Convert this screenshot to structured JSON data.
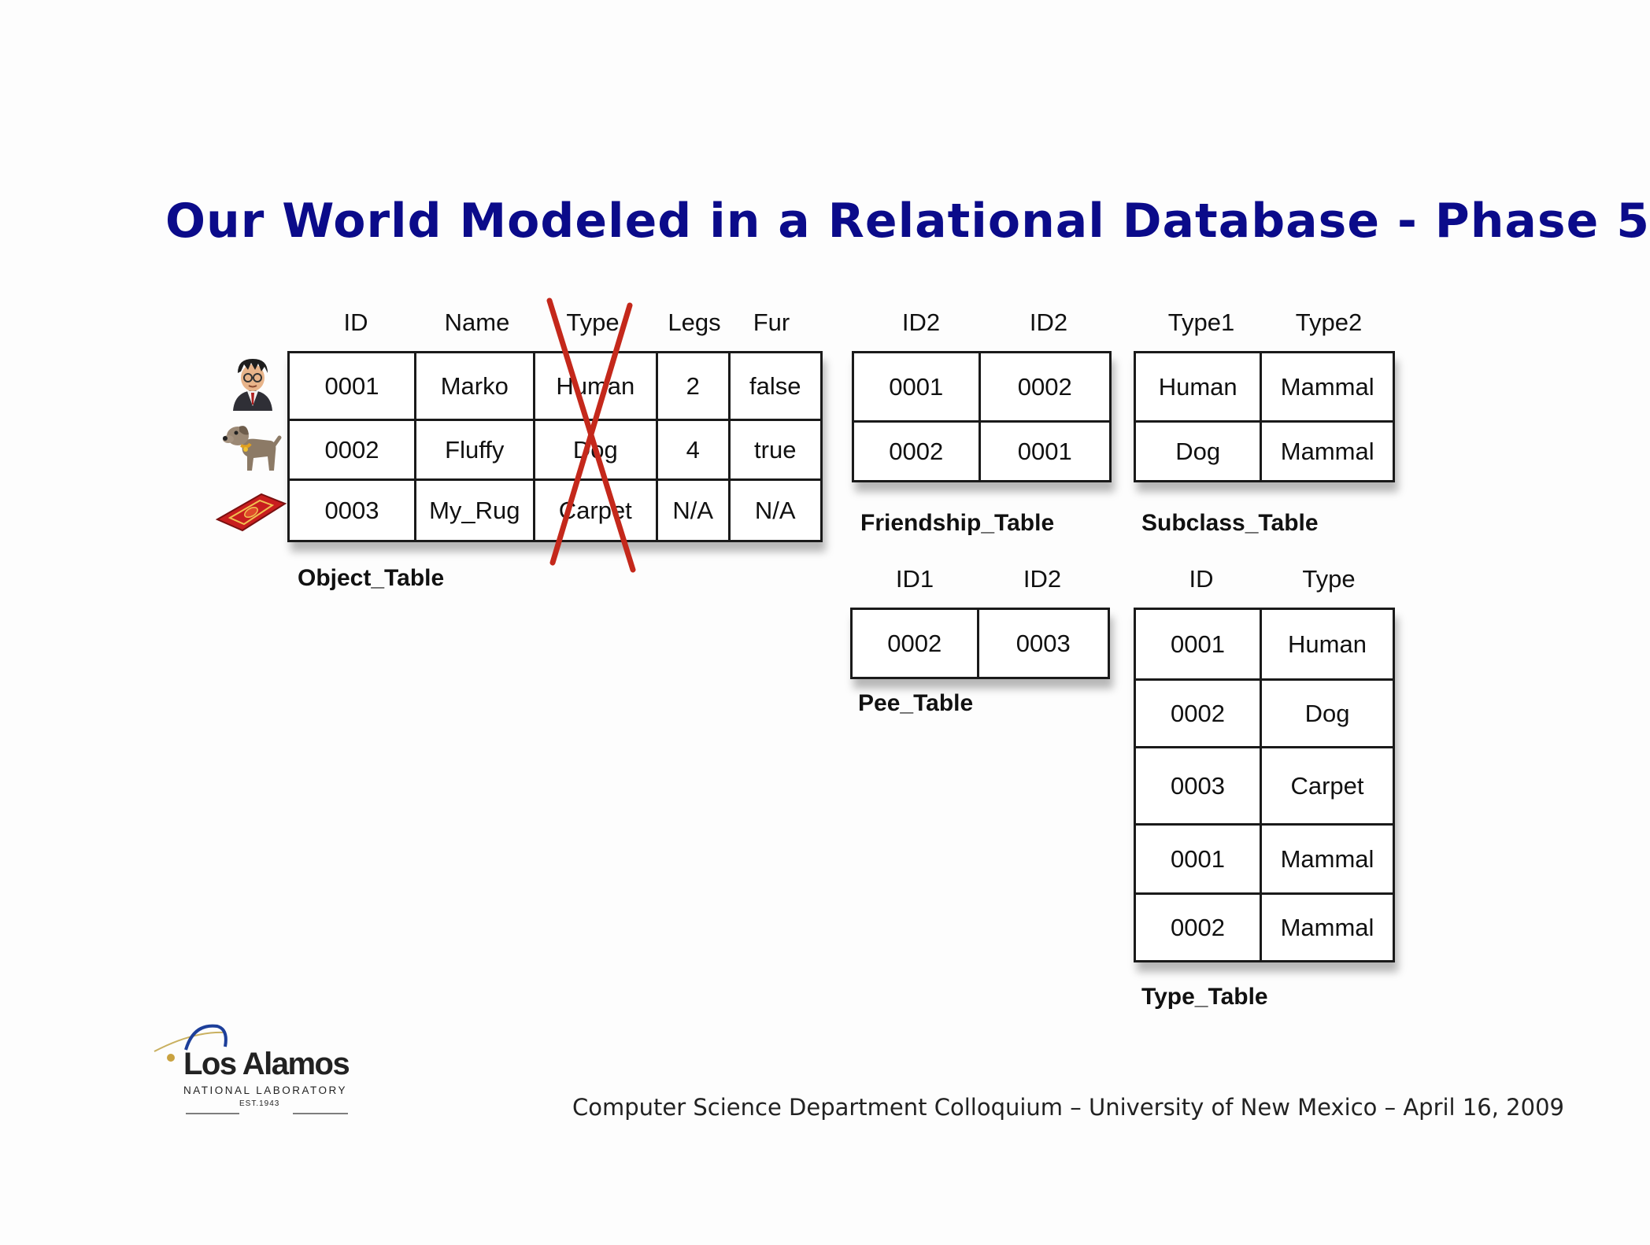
{
  "slide": {
    "title": "Our World Modeled in a Relational Database - Phase 5",
    "footer": "Computer Science Department Colloquium – University of New Mexico – April 16, 2009"
  },
  "logo": {
    "name": "Los Alamos",
    "subtitle": "NATIONAL LABORATORY",
    "established": "EST.1943"
  },
  "object_table": {
    "label": "Object_Table",
    "columns": [
      "ID",
      "Name",
      "Type",
      "Legs",
      "Fur"
    ],
    "struck_column": "Type",
    "rows": [
      [
        "0001",
        "Marko",
        "Human",
        "2",
        "false"
      ],
      [
        "0002",
        "Fluffy",
        "Dog",
        "4",
        "true"
      ],
      [
        "0003",
        "My_Rug",
        "Carpet",
        "N/A",
        "N/A"
      ]
    ],
    "row_icons": [
      "person-icon",
      "dog-icon",
      "rug-icon"
    ]
  },
  "friendship_table": {
    "label": "Friendship_Table",
    "columns": [
      "ID2",
      "ID2"
    ],
    "rows": [
      [
        "0001",
        "0002"
      ],
      [
        "0002",
        "0001"
      ]
    ]
  },
  "subclass_table": {
    "label": "Subclass_Table",
    "columns": [
      "Type1",
      "Type2"
    ],
    "rows": [
      [
        "Human",
        "Mammal"
      ],
      [
        "Dog",
        "Mammal"
      ]
    ]
  },
  "pee_table": {
    "label": "Pee_Table",
    "columns": [
      "ID1",
      "ID2"
    ],
    "rows": [
      [
        "0002",
        "0003"
      ]
    ]
  },
  "type_table": {
    "label": "Type_Table",
    "columns": [
      "ID",
      "Type"
    ],
    "rows": [
      [
        "0001",
        "Human"
      ],
      [
        "0002",
        "Dog"
      ],
      [
        "0003",
        "Carpet"
      ],
      [
        "0001",
        "Mammal"
      ],
      [
        "0002",
        "Mammal"
      ]
    ]
  },
  "colors": {
    "title": "#0b0b8a",
    "strike": "#c4281b"
  }
}
